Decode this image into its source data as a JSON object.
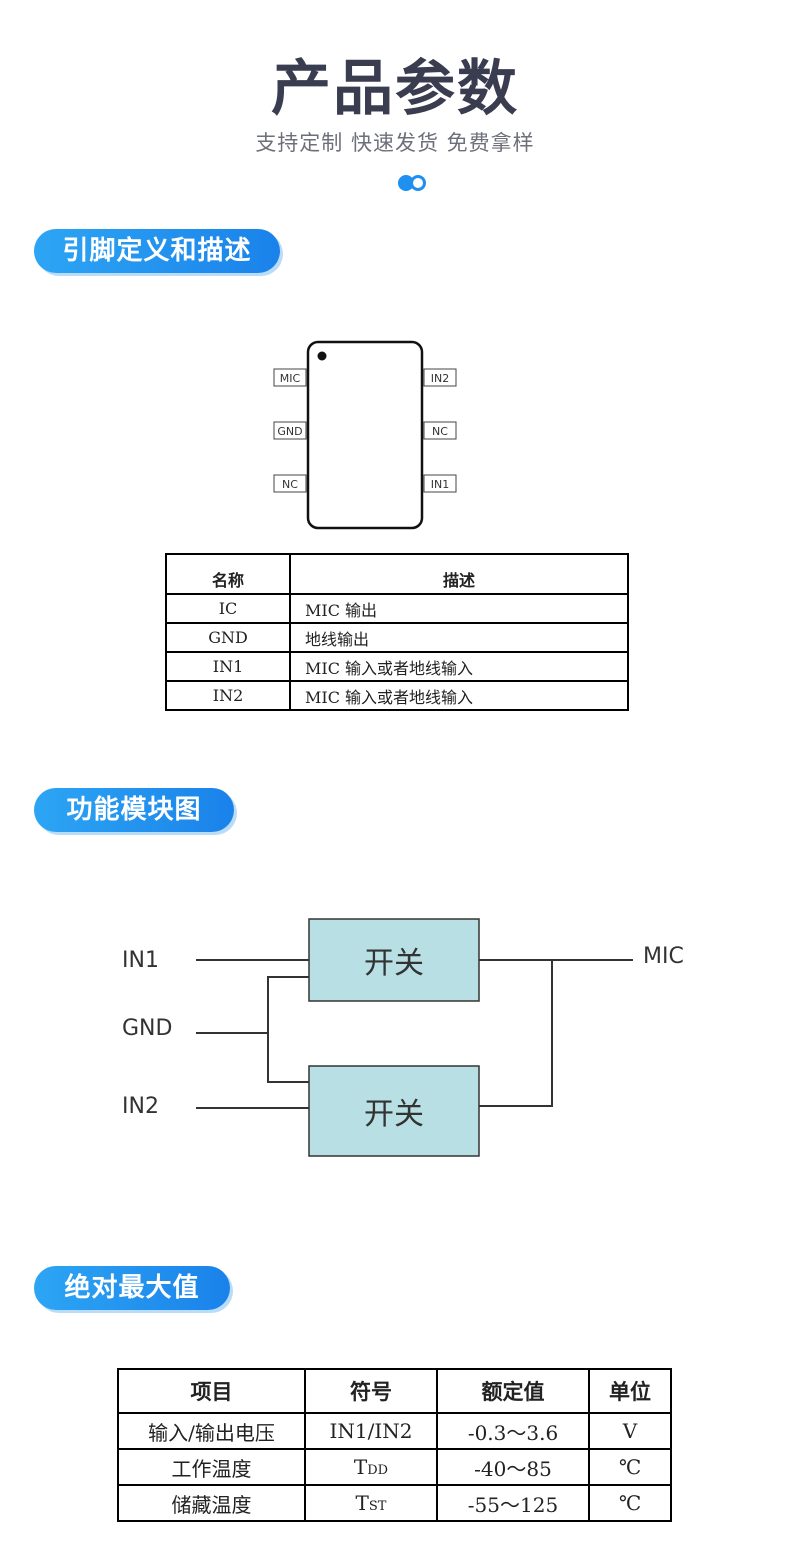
{
  "header": {
    "title": "产品参数",
    "subtitle": "支持定制 快速发货 免费拿样"
  },
  "sections": {
    "pin_def": "引脚定义和描述",
    "block": "功能模块图",
    "abs_max": "绝对最大值"
  },
  "package": {
    "left_pins": [
      "MIC",
      "GND",
      "NC"
    ],
    "right_pins": [
      "IN2",
      "NC",
      "IN1"
    ]
  },
  "pin_table": {
    "headers": [
      "名称",
      "描述"
    ],
    "rows": [
      [
        "IC",
        "MIC 输出"
      ],
      [
        "GND",
        "地线输出"
      ],
      [
        "IN1",
        "MIC 输入或者地线输入"
      ],
      [
        "IN2",
        "MIC 输入或者地线输入"
      ]
    ]
  },
  "block_diagram": {
    "inputs": [
      "IN1",
      "GND",
      "IN2"
    ],
    "output": "MIC",
    "switch_label": "开关"
  },
  "abs_table": {
    "headers": [
      "项目",
      "符号",
      "额定值",
      "单位"
    ],
    "rows": [
      {
        "item": "输入/输出电压",
        "sym_main": "IN1/IN2",
        "sym_sub": "",
        "value": "-0.3～3.6",
        "unit": "V"
      },
      {
        "item": "工作温度",
        "sym_main": "T",
        "sym_sub": "DD",
        "value": "-40～85",
        "unit": "℃"
      },
      {
        "item": "储藏温度",
        "sym_main": "T",
        "sym_sub": "ST",
        "value": "-55～125",
        "unit": "℃"
      }
    ]
  },
  "colors": {
    "accent": "#1f8ff0",
    "switch_fill": "#b8dfe3",
    "title": "#3a3d50"
  }
}
